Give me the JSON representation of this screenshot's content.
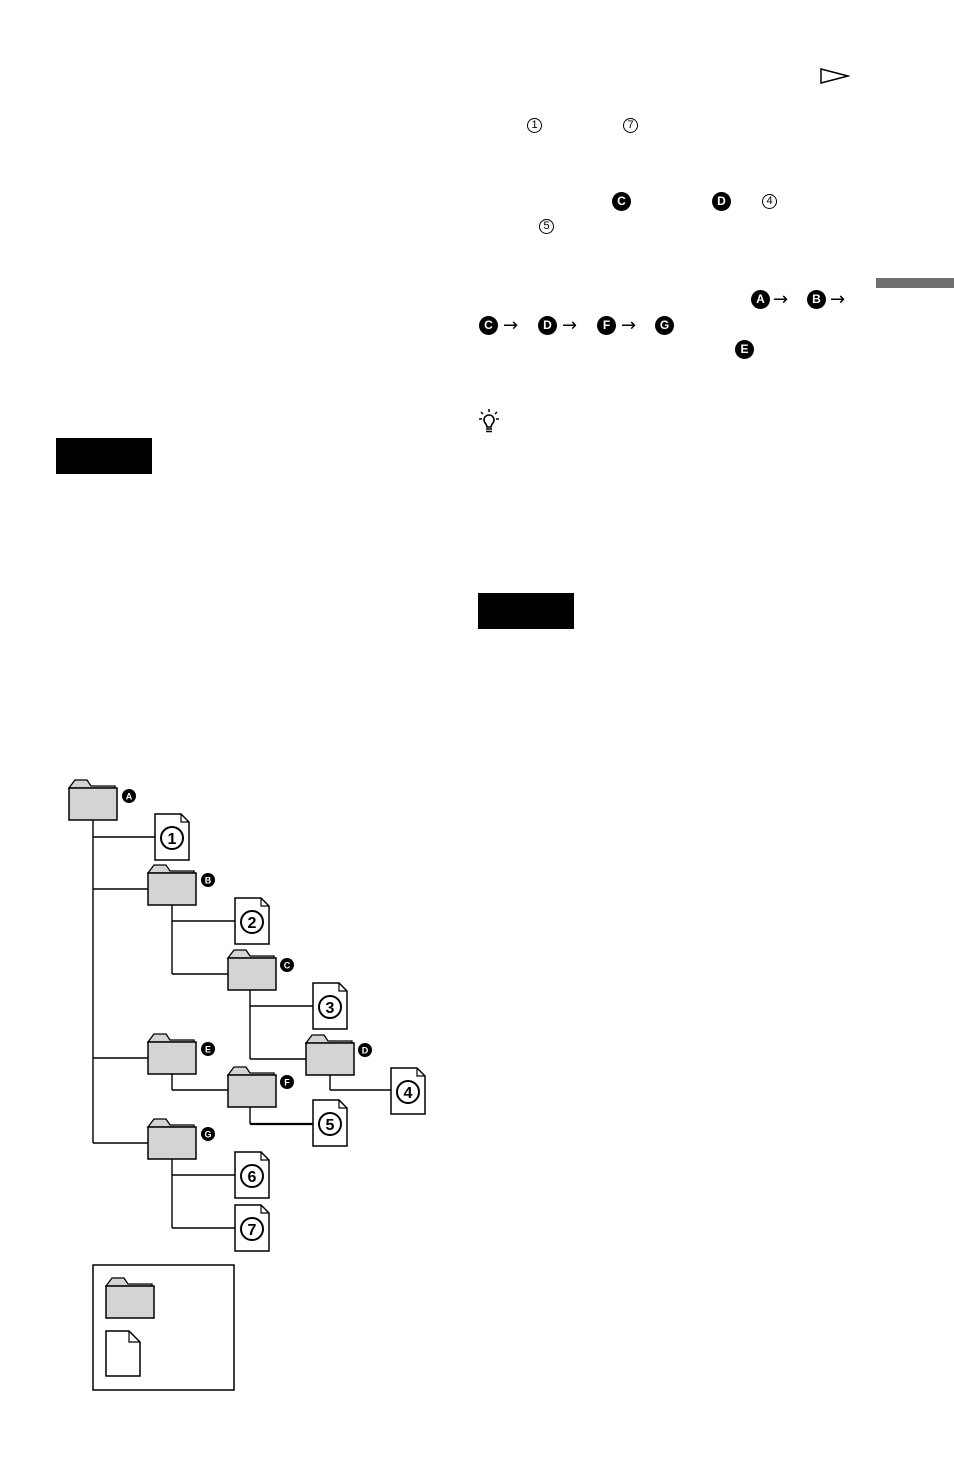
{
  "inline_symbols": {
    "track_first": "1",
    "track_last": "7",
    "folder_c": "C",
    "folder_d": "D",
    "track_4": "4",
    "track_5": "5"
  },
  "play_order": {
    "line1": [
      "A",
      "B"
    ],
    "line2": [
      "C",
      "D",
      "F",
      "G"
    ],
    "folder_e": "E"
  },
  "tree": {
    "folders": [
      "A",
      "B",
      "C",
      "D",
      "E",
      "F",
      "G"
    ],
    "files": [
      "1",
      "2",
      "3",
      "4",
      "5",
      "6",
      "7"
    ]
  },
  "icons": {
    "play": "play-triangle-icon",
    "hint": "lightbulb-hint-icon",
    "folder": "folder-icon",
    "file": "file-icon"
  },
  "colors": {
    "folder_fill": "#d4d4d4",
    "side_tab": "#707070",
    "bar": "#000000"
  }
}
